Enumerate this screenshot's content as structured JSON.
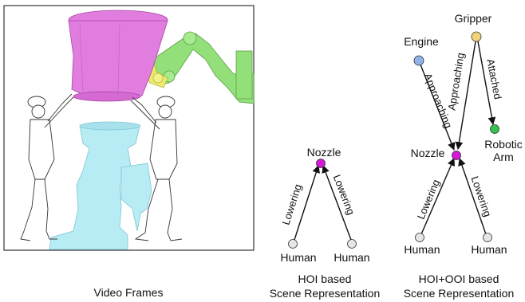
{
  "panels": {
    "video": {
      "caption": "Video Frames"
    },
    "hoi": {
      "caption_line1": "HOI based",
      "caption_line2": "Scene Representation",
      "nodes": {
        "nozzle": {
          "label": "Nozzle",
          "color": "#d81ad8"
        },
        "human_left": {
          "label": "Human",
          "color": "#e6e6e6"
        },
        "human_right": {
          "label": "Human",
          "color": "#e6e6e6"
        }
      },
      "edges": {
        "left": "Lowering",
        "right": "Lowering"
      }
    },
    "hoi_ooi": {
      "caption_line1": "HOI+OOI based",
      "caption_line2": "Scene Representation",
      "nodes": {
        "engine": {
          "label": "Engine",
          "color": "#8fb3e6"
        },
        "gripper": {
          "label": "Gripper",
          "color": "#f3d37a"
        },
        "nozzle": {
          "label": "Nozzle",
          "color": "#d81ad8"
        },
        "robotic_arm_1": "Robotic",
        "robotic_arm_2": "Arm",
        "robotic_arm_color": "#33c24d",
        "human_left": {
          "label": "Human",
          "color": "#e6e6e6"
        },
        "human_right": {
          "label": "Human",
          "color": "#e6e6e6"
        }
      },
      "edges": {
        "engine_nozzle": "Approaching",
        "gripper_nozzle": "Approaching",
        "gripper_arm": "Attached",
        "human_left": "Lowering",
        "human_right": "Lowering"
      }
    }
  },
  "colors": {
    "nozzle_object": "#e27de0",
    "engine_object": "#b8ecf4",
    "robot_arm": "#93e07a",
    "gripper": "#ecec6a",
    "frame_border": "#333333"
  }
}
